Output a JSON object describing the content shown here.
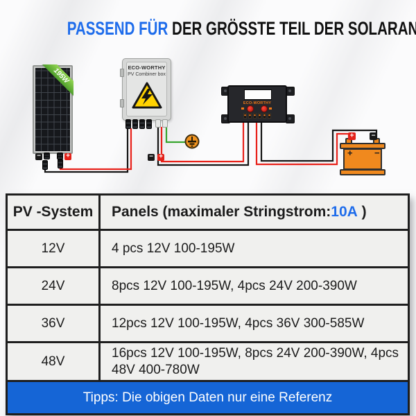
{
  "title": {
    "highlight": "PASSEND FÜR",
    "rest": "DER GRÖSSTE TEIL DER SOLARANORDNUNG"
  },
  "diagram": {
    "solar_panel": {
      "power_badge": "195W"
    },
    "combiner_box": {
      "brand": "ECO-WORTHY",
      "product": "PV Combiner box",
      "icon": "high-voltage-warning-triangle"
    },
    "controller": {
      "brand": "ECO-WORTHY"
    },
    "battery": {
      "plus_label": "+",
      "minus_label": "−"
    },
    "polarity_icons": {
      "minus": "−",
      "plus": "+"
    },
    "ground_icon": "protective-earth-ground"
  },
  "table": {
    "header": {
      "col1": "PV -System",
      "col2_prefix": "Panels (maximaler Stringstrom:",
      "col2_highlight": "10A",
      "col2_suffix": " )"
    },
    "rows": [
      {
        "system": "12V",
        "panels": "4 pcs 12V 100-195W"
      },
      {
        "system": "24V",
        "panels": "8pcs 12V 100-195W, 4pcs 24V 200-390W"
      },
      {
        "system": "36V",
        "panels": "12pcs 12V 100-195W, 4pcs 36V 300-585W"
      },
      {
        "system": "48V",
        "panels": "16pcs 12V 100-195W, 8pcs 24V 200-390W, 4pcs 48V 400-780W"
      }
    ],
    "footer": "Tipps: Die obigen Daten nur eine Referenz"
  },
  "colors": {
    "accent_blue": "#1e6ceb",
    "footer_blue": "#1565d6",
    "wire_red": "#e8211a",
    "wire_black": "#141414",
    "wire_green": "#37a52d",
    "battery_orange": "#f0891e",
    "warning_yellow": "#ffd200",
    "ribbon_green": "#62b33c"
  }
}
